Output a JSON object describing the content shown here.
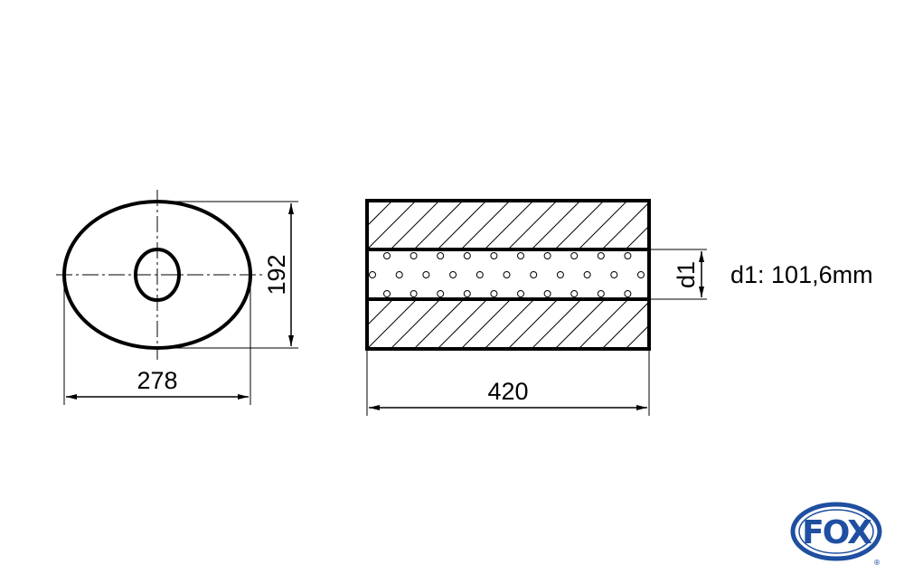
{
  "dimensions": {
    "width": "278",
    "height": "192",
    "length": "420",
    "d1_label": "d1",
    "d1_value": "d1: 101,6mm"
  },
  "logo": {
    "text": "FOX",
    "registered": "®",
    "color": "#1f4fa0"
  }
}
